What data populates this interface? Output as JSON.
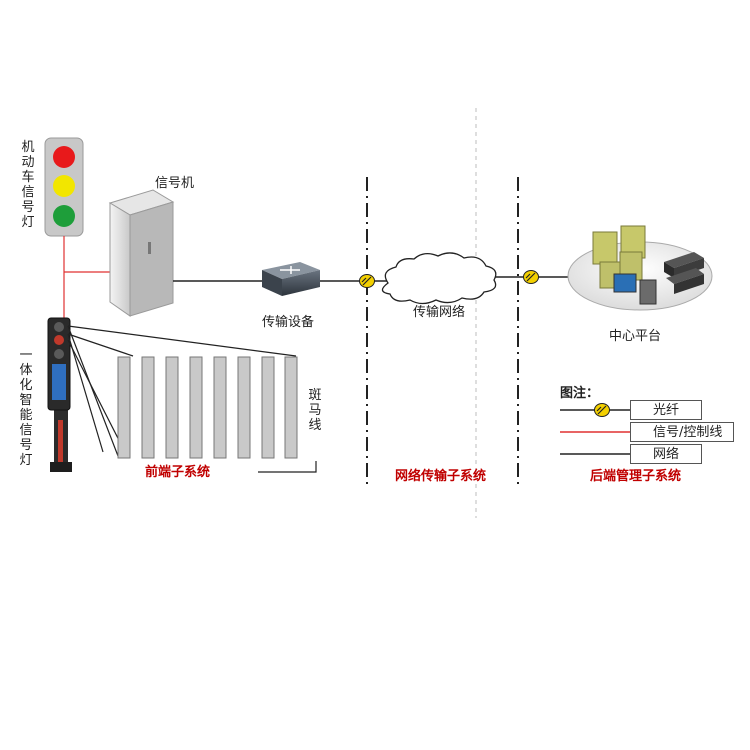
{
  "labels": {
    "motor_signal_light": "机动车信号灯",
    "integrated_signal_light": "一体化智能信号灯",
    "signal_machine": "信号机",
    "transmission_device": "传输设备",
    "transmission_network": "传输网络",
    "center_platform": "中心平台",
    "zebra_crossing": "斑马线"
  },
  "subsystems": {
    "front": "前端子系统",
    "network": "网络传输子系统",
    "back": "后端管理子系统"
  },
  "legend": {
    "title": "图注：",
    "items": [
      {
        "label": "光纤",
        "line_color": "#222222"
      },
      {
        "label": "信号/控制线",
        "line_color": "#e03030"
      },
      {
        "label": "网络",
        "line_color": "#222222"
      }
    ]
  },
  "colors": {
    "red_light": "#e8191b",
    "yellow_light": "#f2e600",
    "green_light": "#1e9e3a",
    "subsystem_label": "#c00000",
    "control_line": "#e03030"
  }
}
